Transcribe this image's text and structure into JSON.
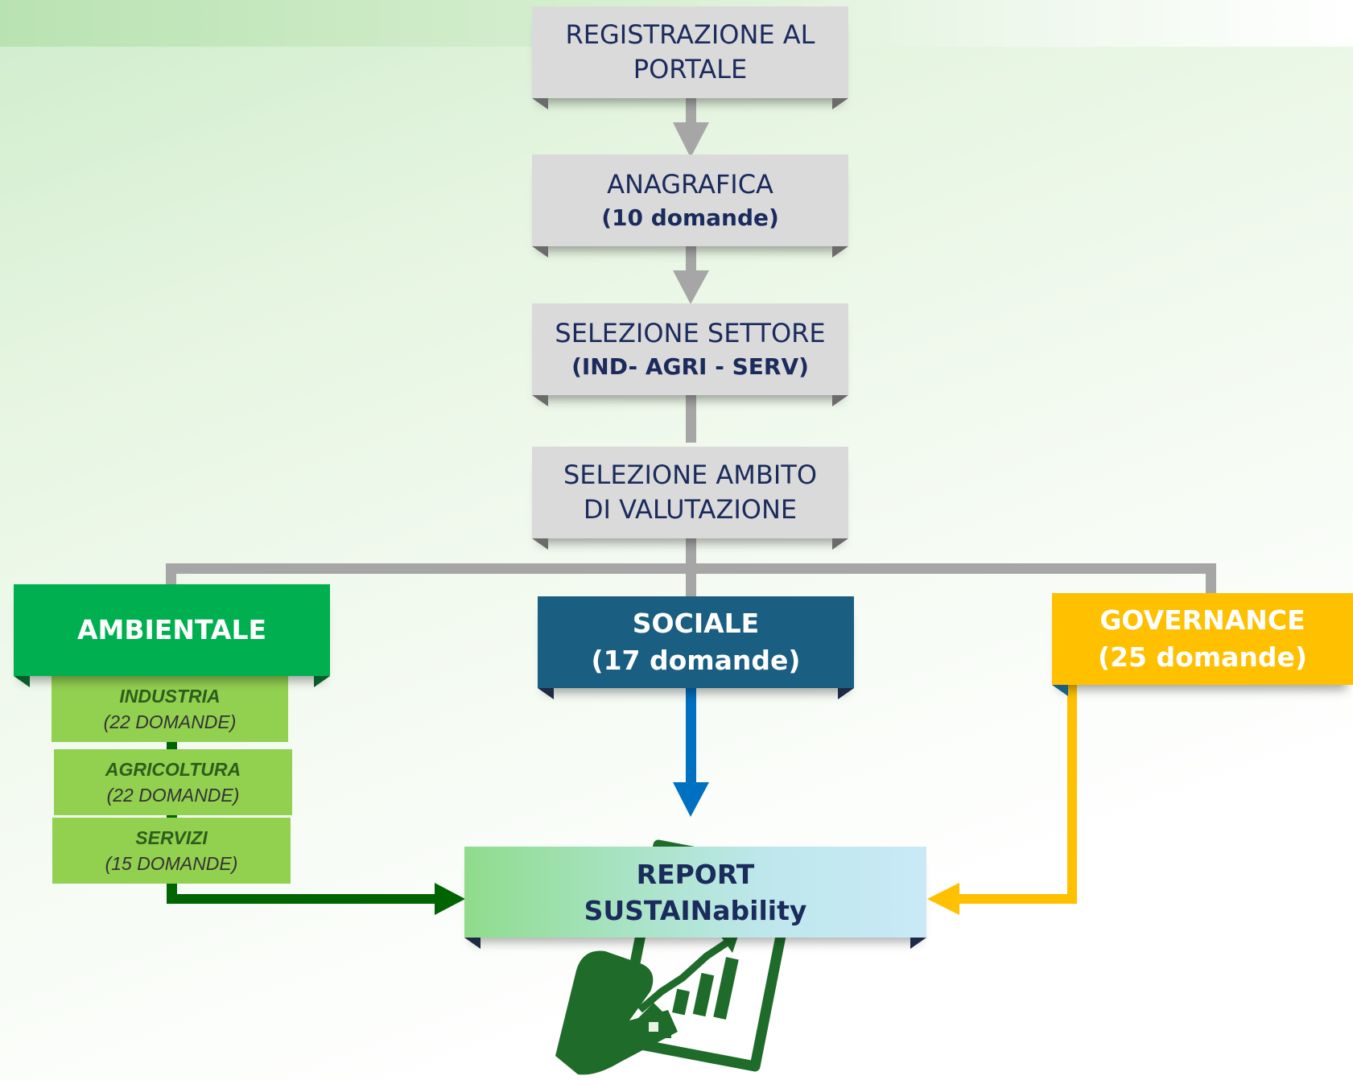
{
  "steps": [
    {
      "line1": "REGISTRAZIONE AL",
      "line2": "PORTALE"
    },
    {
      "line1": "ANAGRAFICA",
      "line2": "(10 domande)"
    },
    {
      "line1": "SELEZIONE SETTORE",
      "line2": "(IND- AGRI - SERV)"
    },
    {
      "line1": "SELEZIONE AMBITO",
      "line2": "DI VALUTAZIONE"
    }
  ],
  "categories": {
    "ambientale": {
      "label": "AMBIENTALE",
      "color": "#00b050"
    },
    "sociale": {
      "label": "SOCIALE",
      "count": "(17 domande)",
      "color": "#1a5e82"
    },
    "governance": {
      "label": "GOVERNANCE",
      "count": "(25 domande)",
      "color": "#ffc000"
    }
  },
  "sectors": [
    {
      "name": "INDUSTRIA",
      "count": "(22 DOMANDE)"
    },
    {
      "name": "AGRICOLTURA",
      "count": "(22 DOMANDE)"
    },
    {
      "name": "SERVIZI",
      "count": "(15 DOMANDE)"
    }
  ],
  "report": {
    "line1": "REPORT",
    "line2": "SUSTAINability"
  },
  "icons": {
    "report_illustration": "hand-holding-report-chart-icon"
  },
  "colors": {
    "arrow_gray": "#a6a6a6",
    "arrow_blue": "#0070c0",
    "arrow_green": "#006400",
    "arrow_yellow": "#ffc000",
    "sector_green": "#92d050"
  }
}
